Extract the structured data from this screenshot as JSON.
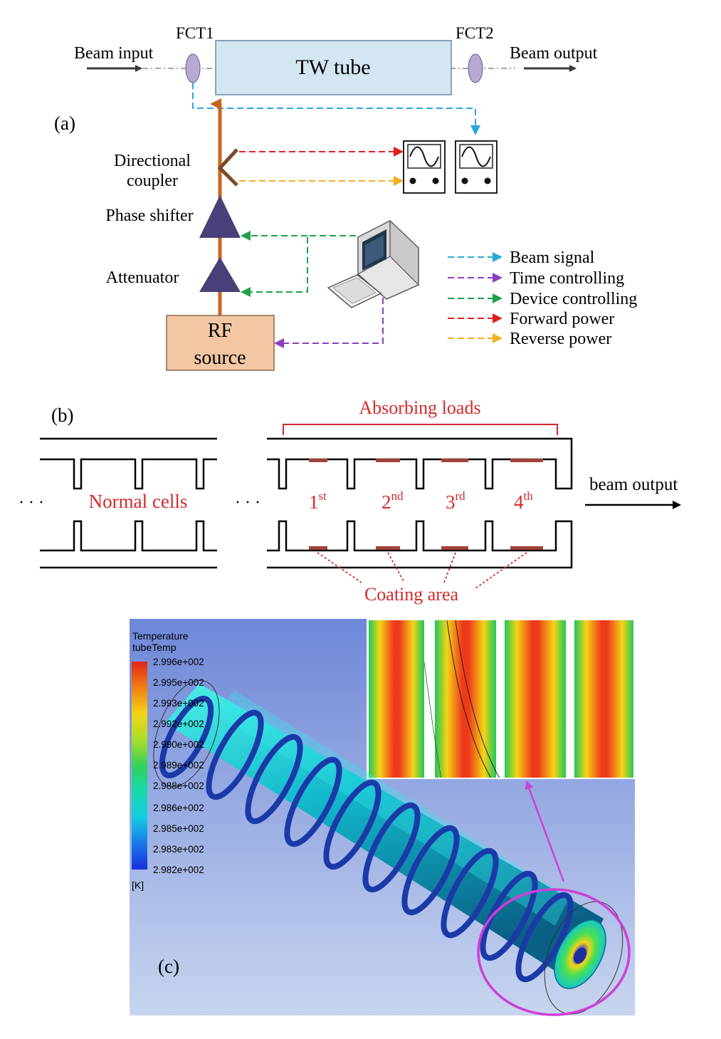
{
  "panel_a": {
    "label": "(a)",
    "beam_input": "Beam input",
    "beam_output": "Beam output",
    "fct1": "FCT1",
    "fct2": "FCT2",
    "tw_tube": "TW tube",
    "directional_coupler_line1": "Directional",
    "directional_coupler_line2": "coupler",
    "phase_shifter": "Phase shifter",
    "attenuator": "Attenuator",
    "rf_source_line1": "RF",
    "rf_source_line2": "source",
    "legend": [
      {
        "label": "Beam signal",
        "color": "#29a8d8"
      },
      {
        "label": "Time controlling",
        "color": "#8a3fc0"
      },
      {
        "label": "Device controlling",
        "color": "#1fa04a"
      },
      {
        "label": "Forward power",
        "color": "#e02020"
      },
      {
        "label": "Reverse power",
        "color": "#f2b020"
      }
    ],
    "colors": {
      "tube_fill": "#d3e6f2",
      "rf_fill": "#f3c6a4",
      "fct_fill": "#b8a8d4",
      "rf_line": "#c8651e",
      "triangle": "#4a3f78"
    }
  },
  "panel_b": {
    "label": "(b)",
    "absorbing_loads": "Absorbing loads",
    "normal_cells": "Normal cells",
    "ellipsis_left": "· · ·",
    "ellipsis_mid": "· · ·",
    "ordinals": [
      {
        "num": "1",
        "sup": "st"
      },
      {
        "num": "2",
        "sup": "nd"
      },
      {
        "num": "3",
        "sup": "rd"
      },
      {
        "num": "4",
        "sup": "th"
      }
    ],
    "beam_output": "beam output",
    "coating_area": "Coating area",
    "colors": {
      "accent": "#d42a2a",
      "coating": "#a0433a"
    }
  },
  "panel_c": {
    "label": "(c)",
    "legend_title_line1": "Temperature",
    "legend_title_line2": "tubeTemp",
    "legend_values": [
      "2.996e+002",
      "2.995e+002",
      "2.993e+002",
      "2.992e+002",
      "2.990e+002",
      "2.989e+002",
      "2.988e+002",
      "2.986e+002",
      "2.985e+002",
      "2.983e+002",
      "2.982e+002"
    ],
    "legend_unit": "[K]",
    "colors": {
      "background_top": "#6e87d8",
      "background_bottom": "#c4d2ee",
      "ring": "#cf3fd6"
    }
  }
}
